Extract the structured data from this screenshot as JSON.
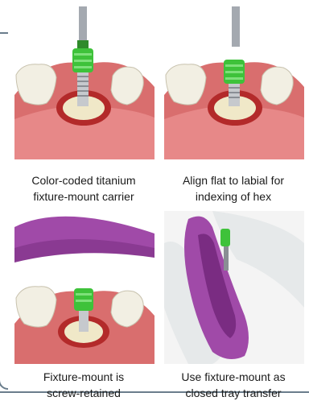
{
  "panels": [
    {
      "id": "p1",
      "caption": [
        "Color-coded titanium",
        "fixture-mount carrier"
      ]
    },
    {
      "id": "p2",
      "caption": [
        "Align flat to labial for",
        "indexing of hex"
      ]
    },
    {
      "id": "p3",
      "caption": [
        "Fixture-mount is",
        "screw-retained"
      ]
    },
    {
      "id": "p4",
      "caption": [
        "Use fixture-mount as",
        "closed tray transfer"
      ]
    }
  ],
  "colors": {
    "gum": "#d96e6e",
    "gum_dark": "#b32a2a",
    "tooth": "#f2efe3",
    "carrier": "#3ec23a",
    "metal": "#b8bcc2",
    "tray": "#a04aa8",
    "glove": "#e6e9ea"
  },
  "icons": [
    "implant-illustration",
    "dental-tray-illustration"
  ]
}
